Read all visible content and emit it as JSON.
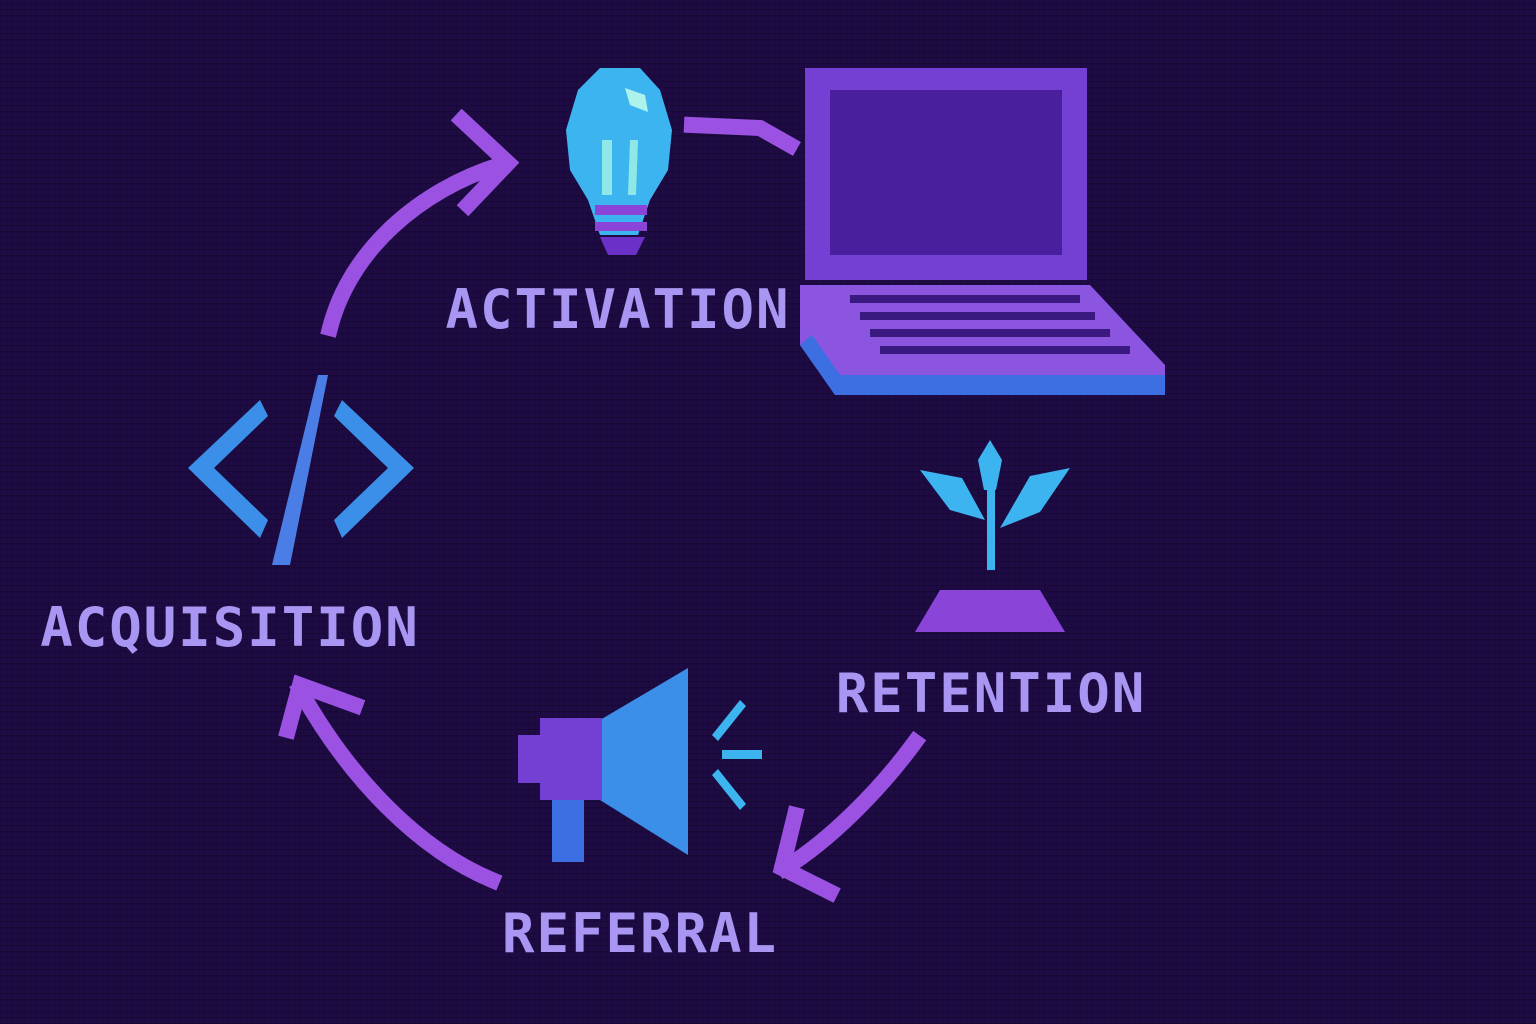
{
  "stages": [
    {
      "id": "activation",
      "label": "ACTIVATION",
      "icon": "lightbulb-icon"
    },
    {
      "id": "retention",
      "label": "RETENTION",
      "icon": "sprout-icon"
    },
    {
      "id": "referral",
      "label": "REFERRAL",
      "icon": "megaphone-icon"
    },
    {
      "id": "acquisition",
      "label": "ACQUISITION",
      "icon": "code-brackets-icon"
    }
  ],
  "extra_icon": "laptop-icon",
  "colors": {
    "background": "#1e0b46",
    "label": "#a996f2",
    "arrow": "#9b52e2",
    "cyan": "#3cb4f0",
    "blue": "#3b6fe2",
    "purple": "#7a3fd6"
  }
}
